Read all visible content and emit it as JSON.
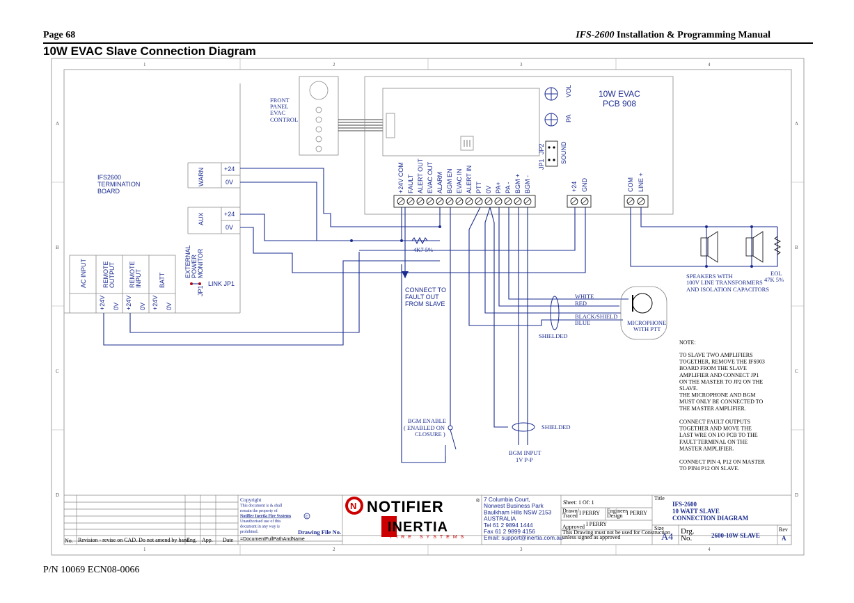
{
  "header": {
    "page": "Page 68",
    "manual_italic": "IFS-2600",
    "manual_rest": " Installation & Programming Manual"
  },
  "title": "10W EVAC Slave Connection Diagram",
  "footer": "P/N 10069 ECN08-0066",
  "grid": {
    "cols": [
      "1",
      "2",
      "3",
      "4"
    ],
    "rows": [
      "A",
      "B",
      "C",
      "D"
    ]
  },
  "termination": {
    "title_lines": [
      "IFS2600",
      "TERMINATION",
      "BOARD"
    ],
    "warn": "WARN",
    "aux": "AUX",
    "p24": "+24",
    "zero": "0V",
    "bottom_labels": [
      "AC INPUT",
      "REMOTE OUTPUT",
      "REMOTE INPUT",
      "BATT"
    ],
    "bottom_pins": [
      "+24V",
      "0V",
      "+24V",
      "0V",
      "+24V",
      "0V"
    ],
    "ext_power": [
      "EXTERNAL",
      "POWER",
      "MONITOR"
    ],
    "jp1": "JP1",
    "link": "LINK JP1"
  },
  "front_panel": [
    "FRONT",
    "PANEL",
    "EVAC",
    "CONTROL"
  ],
  "pcb": {
    "title_lines": [
      "10W  EVAC",
      "PCB 908"
    ],
    "vol": "VOL",
    "pa": "PA",
    "jp1": "JP1",
    "jp2": "JP2",
    "sound": "SOUND",
    "terminals": [
      "+24V COM",
      "FAULT",
      "ALERT OUT",
      "EVAC OUT",
      "ALARM",
      "BGM EN",
      "EVAC IN",
      "ALERT IN",
      "PTT",
      "0V",
      "PA+",
      "PA -",
      "BGM +",
      "BGM -"
    ],
    "power_terms": [
      "+24",
      "GND"
    ],
    "line_terms": [
      "COM",
      "LINE +"
    ]
  },
  "labels": {
    "resistor": "4K7 5%",
    "connect_fault": [
      "CONNECT TO",
      "FAULT OUT",
      "FROM SLAVE"
    ],
    "white": "WHITE",
    "red": "RED",
    "black_shield": "BLACK/SHIELD",
    "blue": "BLUE",
    "shielded": "SHIELDED",
    "microphone": [
      "MICROPHONE",
      "WITH PTT"
    ],
    "bgm_enable": [
      "BGM ENABLE",
      "( ENABLED ON",
      "CLOSURE )"
    ],
    "bgm_input": [
      "BGM INPUT",
      "1V P-P"
    ],
    "speakers": [
      "SPEAKERS WITH",
      "100V LINE TRANSFORMERS",
      "AND ISOLATION CAPACITORS"
    ],
    "eol": [
      "EOL",
      "47K 5%"
    ]
  },
  "note": {
    "heading": "NOTE:",
    "lines": [
      "TO SLAVE TWO AMPLIFIERS",
      " TOGETHER, REMOVE THE IFS903",
      " BOARD FROM THE SLAVE",
      " AMPLIFIER AND CONNECT JP1",
      " ON THE MASTER TO JP2 ON THE",
      " SLAVE.",
      "THE MICROPHONE AND BGM",
      " MUST ONLY BE CONNECTED TO",
      " THE MASTER AMPLIFIER.",
      "",
      "CONNECT FAULT OUTPUTS",
      " TOGETHER AND MOVE THE",
      " LAST WRE ON I/O PCB TO THE",
      " FAULT TERMINAL ON THE",
      " MASTER AMPLIFIER.",
      "",
      "CONNECT PIN 4, P12 ON MASTER",
      " TO PIN4 P12 ON SLAVE."
    ]
  },
  "title_block": {
    "rev_headers": [
      "No.",
      "Revision - revise on CAD.  Do not amend by hand",
      "Eng.",
      "App.",
      "Date"
    ],
    "copyright": [
      "Copyright",
      "This document is & shall",
      "remain the property of",
      "Notifier Inertia Fire Systems",
      "Unauthorised use of this",
      "document in any way is",
      "prohibited."
    ],
    "copyright_symbol": "©",
    "drawing_file": "Drawing File No.",
    "file_path": "=DocumentFullPathAndName",
    "notifier": "NOTIFIER",
    "registered": "®",
    "inertia": "INERTIA",
    "fire_systems": "FIRE SYSTEMS",
    "address": [
      "7 Columbia Court,",
      "Norwest Business Park",
      "Baulkham Hills NSW 2153",
      "AUSTRALIA",
      "Tel  61 2 9894 1444",
      "Fax  61 2 9899 4156",
      "Email: support@inertia.com.au"
    ],
    "sheet": "Sheet:  1  Of:  1",
    "drawn_traced": [
      "Drawn/",
      "Traced"
    ],
    "drawn_by": "I PERRY",
    "engineer_design": [
      "Engineer",
      "Design"
    ],
    "engineer": "I PERRY",
    "approved": "Approved",
    "approved_by": "I PERRY",
    "construction": [
      "This Drawing must not be used for Construction",
      "unless signed as approved"
    ],
    "title_label": "Title",
    "title_lines": [
      "IFS-2600",
      "10 WATT SLAVE",
      "CONNECTION DIAGRAM"
    ],
    "size_label": "Size",
    "size": "A4",
    "drg": [
      "Drg.",
      "No."
    ],
    "drg_no": "2600-10W SLAVE",
    "rev_label": "Rev",
    "rev": "A"
  }
}
